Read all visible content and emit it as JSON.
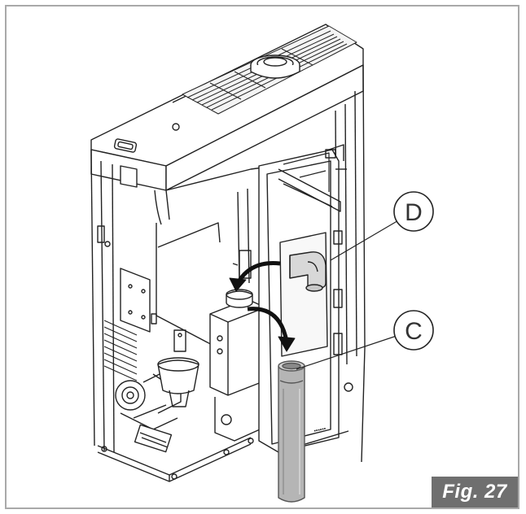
{
  "figure": {
    "label": "Fig. 27"
  },
  "callouts": {
    "d": "D",
    "c": "C"
  },
  "colors": {
    "frame": "#a9a9a9",
    "label_bg": "#6f6f6f",
    "label_text": "#ffffff",
    "line": "#222222",
    "pipe": "#b5b5b5",
    "arrow": "#111111"
  }
}
